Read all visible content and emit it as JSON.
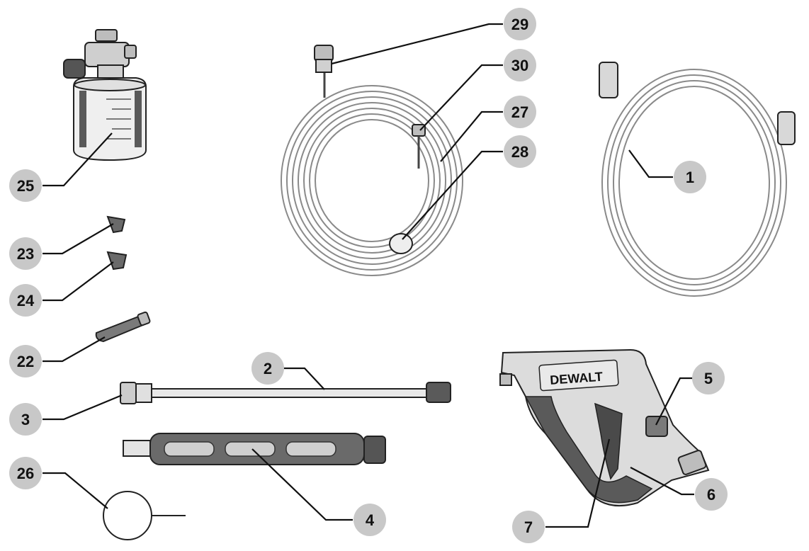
{
  "callouts": {
    "c1": "1",
    "c2": "2",
    "c3": "3",
    "c4": "4",
    "c5": "5",
    "c6": "6",
    "c7": "7",
    "c22": "22",
    "c23": "23",
    "c24": "24",
    "c25": "25",
    "c26": "26",
    "c27": "27",
    "c28": "28",
    "c29": "29",
    "c30": "30"
  },
  "brand_text": "DEWALT",
  "colors": {
    "badge": "#c8c8c8",
    "line": "#111111",
    "part_fill": "#dcdcdc",
    "grip": "#5a5a5a",
    "brand_bg": "#e9e9e9"
  }
}
